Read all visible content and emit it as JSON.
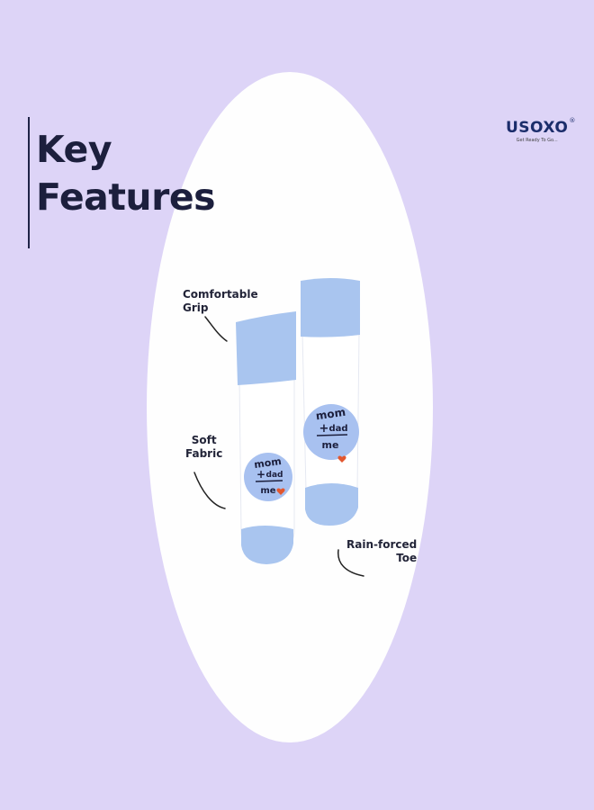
{
  "title": {
    "line1": "Key",
    "line2": "Features"
  },
  "logo": {
    "brand": "USOXO",
    "reg": "®",
    "tagline": "Get Ready To Go..."
  },
  "features": [
    {
      "line1": "Comfortable",
      "line2": "Grip"
    },
    {
      "line1": "Soft",
      "line2": "Fabric"
    },
    {
      "line1": "Rain-forced",
      "line2": "Toe"
    }
  ],
  "sock_print": {
    "line1": "mom",
    "plus": "+",
    "line2": "dad",
    "line3": "me"
  },
  "colors": {
    "background": "#ddd4f7",
    "oval": "#fefefe",
    "cuff": "#a9c5ef",
    "text": "#1c1f3d"
  }
}
